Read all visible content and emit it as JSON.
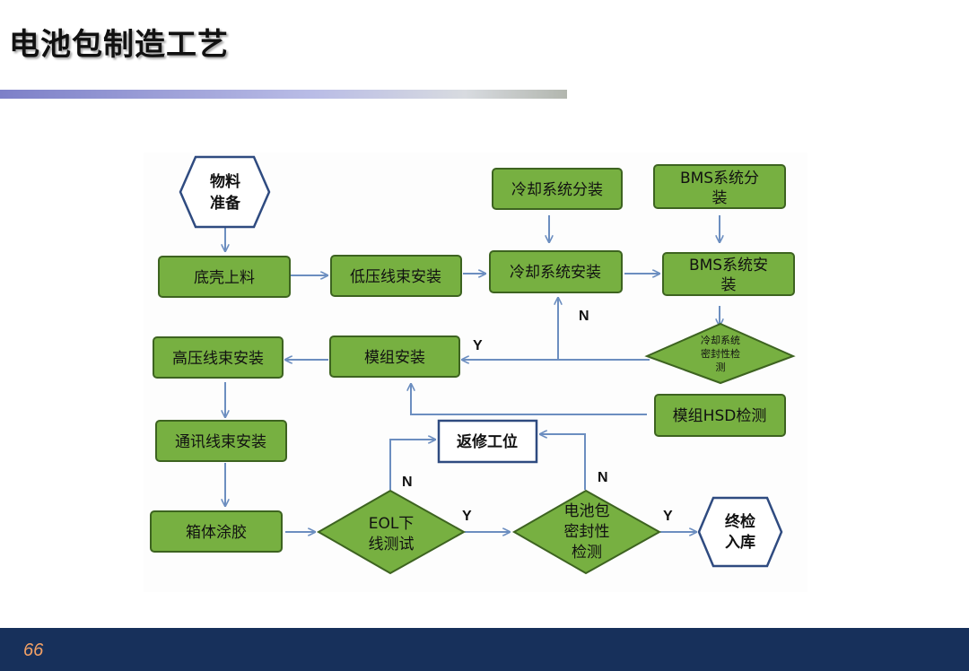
{
  "slide": {
    "title": "电池包制造工艺",
    "page_number": "66"
  },
  "colors": {
    "box_fill": "#77b041",
    "box_stroke": "#3d6320",
    "hex_stroke": "#2f4b80",
    "arrow": "#6c8ec0",
    "footer": "#17305b",
    "page_number": "#f2a065"
  },
  "flow": {
    "start": [
      "物料",
      "准备"
    ],
    "bottom_shell": "底壳上料",
    "low_voltage_harness": "低压线束安装",
    "cooling_install": "冷却系统安装",
    "cooling_subassembly": "冷却系统分装",
    "bms_subassembly": [
      "BMS系统分",
      "装"
    ],
    "bms_install": [
      "BMS系统安",
      "装"
    ],
    "cooling_seal_check": [
      "冷却系统",
      "密封性检",
      "测"
    ],
    "module_install": "模组安装",
    "hv_harness": "高压线束安装",
    "comm_harness": "通讯线束安装",
    "module_hsd_check": "模组HSD检测",
    "rework_station": "返修工位",
    "box_glue": "箱体涂胶",
    "eol_test": [
      "EOL下",
      "线测试"
    ],
    "pack_seal_check": [
      "电池包",
      "密封性",
      "检测"
    ],
    "end": [
      "终检",
      "入库"
    ],
    "label_yes": "Y",
    "label_no": "N"
  }
}
